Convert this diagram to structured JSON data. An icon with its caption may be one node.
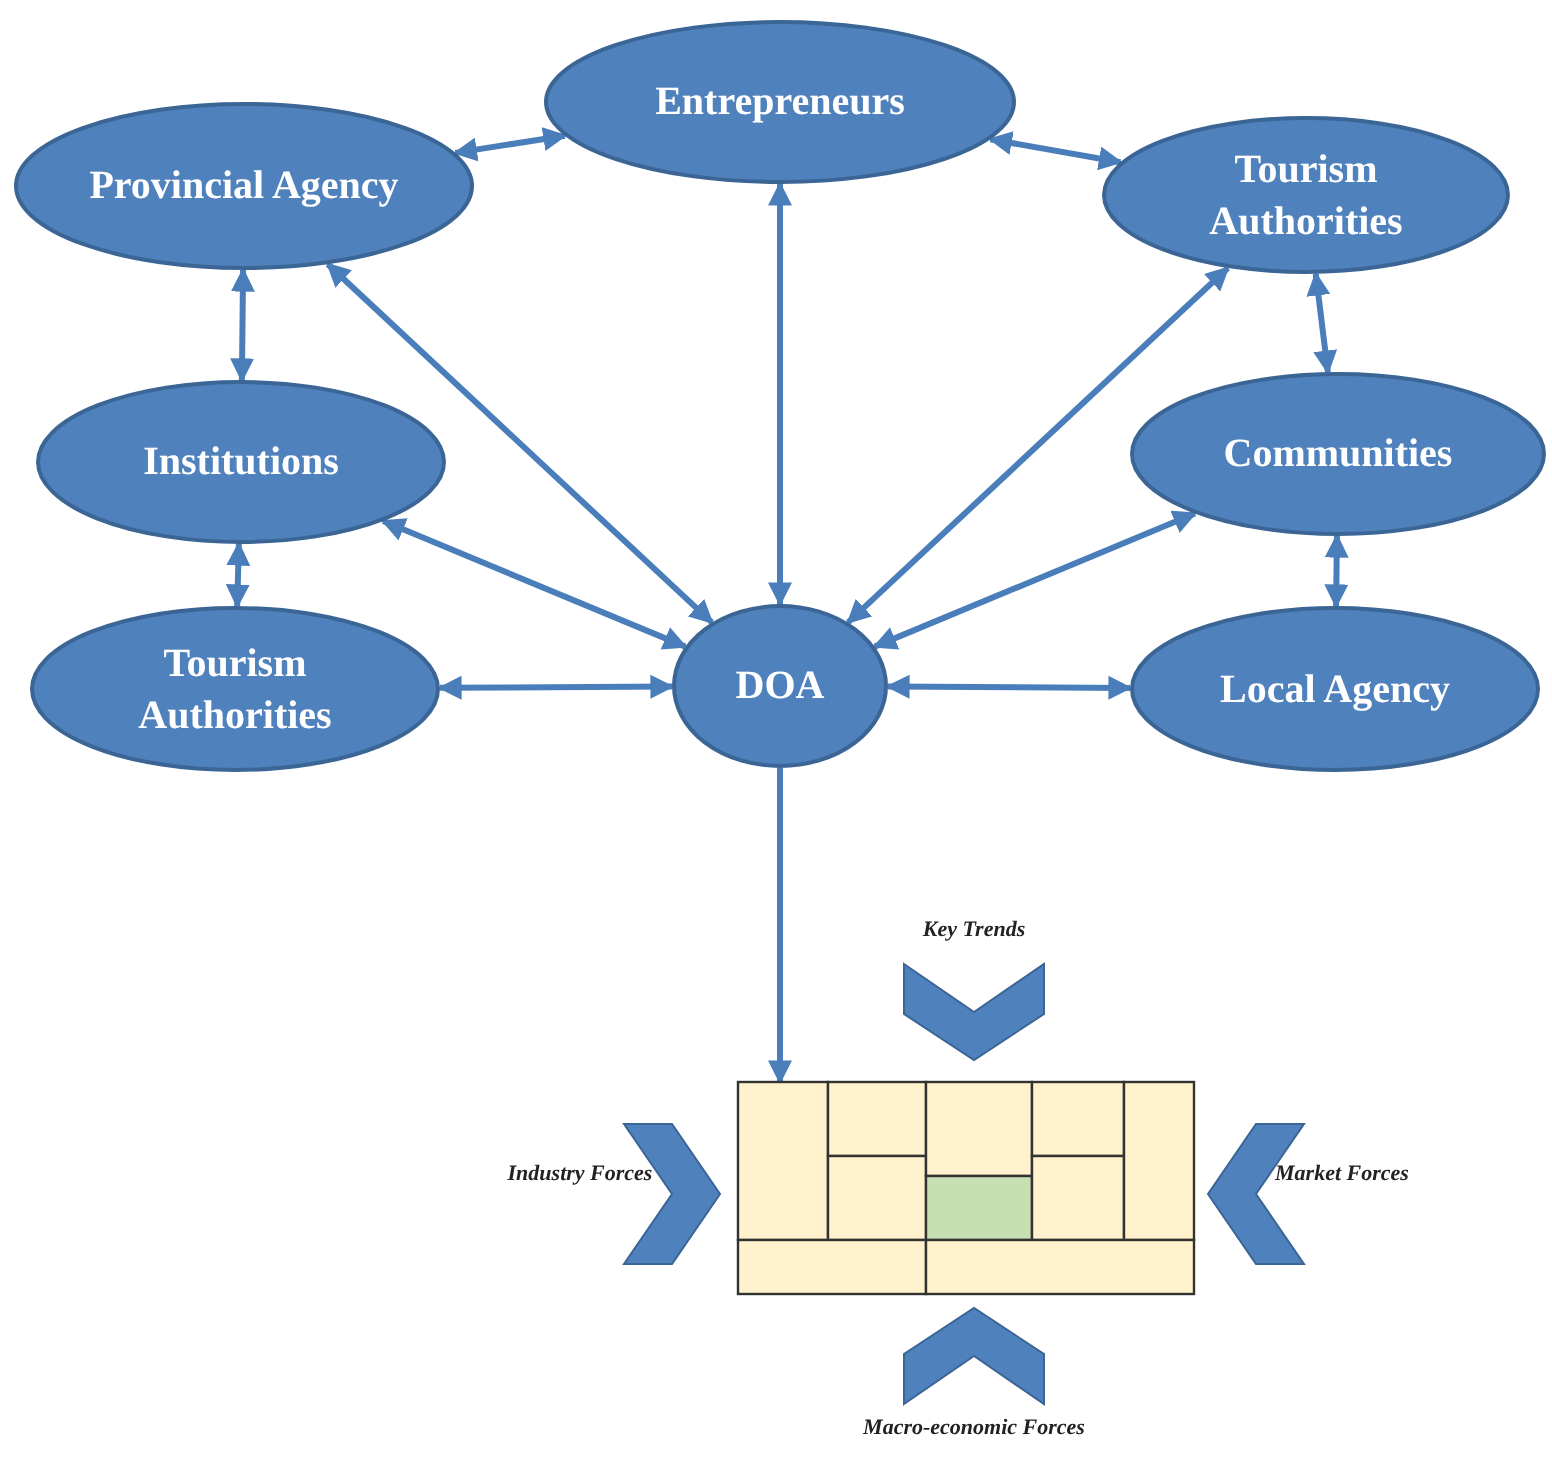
{
  "diagram": {
    "nodes": [
      {
        "text": [
          "Provincial Agency"
        ]
      },
      {
        "text": [
          "Entrepreneurs"
        ]
      },
      {
        "text": [
          "Tourism Authorities"
        ]
      },
      {
        "text": [
          "Institutions"
        ]
      },
      {
        "text": [
          "Communities"
        ]
      },
      {
        "text": [
          "Tourism Authorities"
        ]
      },
      {
        "text": [
          "DOA"
        ]
      },
      {
        "text": [
          "Local Agency"
        ]
      },
      {
        "text": [],
        "shape": "box"
      }
    ],
    "edges": [
      {
        "from": 0,
        "to": 1,
        "arrow": "both"
      },
      {
        "from": 1,
        "to": 2,
        "arrow": "both"
      },
      {
        "from": 0,
        "to": 3,
        "arrow": "both"
      },
      {
        "from": 3,
        "to": 5,
        "arrow": "both"
      },
      {
        "from": 2,
        "to": 4,
        "arrow": "both"
      },
      {
        "from": 4,
        "to": 7,
        "arrow": "both"
      },
      {
        "from": 0,
        "to": 6,
        "arrow": "both"
      },
      {
        "from": 1,
        "to": 6,
        "arrow": "both"
      },
      {
        "from": 2,
        "to": 6,
        "arrow": "both"
      },
      {
        "from": 3,
        "to": 6,
        "arrow": "both"
      },
      {
        "from": 4,
        "to": 6,
        "arrow": "both"
      },
      {
        "from": 5,
        "to": 6,
        "arrow": "both"
      },
      {
        "from": 6,
        "to": 7,
        "arrow": "both"
      },
      {
        "from": 6,
        "to": 8,
        "arrow": "to"
      }
    ],
    "labels": [
      "Key Trends",
      "Industry Forces",
      "Market Forces",
      "Macro-economic Forces"
    ]
  }
}
